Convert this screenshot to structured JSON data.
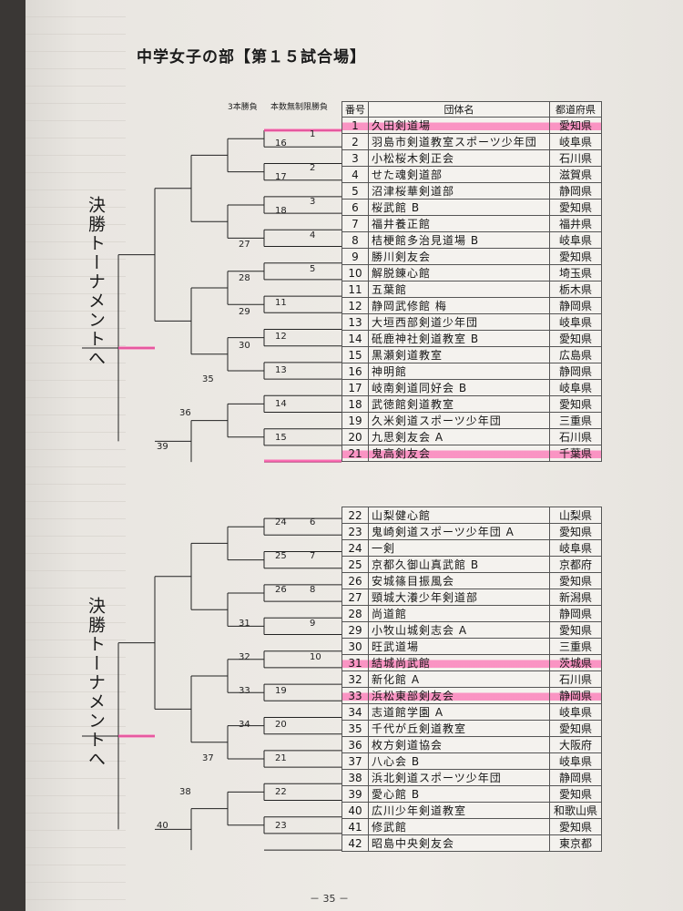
{
  "title": "中学女子の部【第１５試合場】",
  "header_labels": {
    "three_match": "3本勝負",
    "unlimited": "本数無制限勝負"
  },
  "side_label": "決勝トーナメントへ",
  "table_headers": {
    "number": "番号",
    "team": "団体名",
    "prefecture": "都道府県"
  },
  "teams_top": [
    {
      "no": "1",
      "name": "久田剣道場",
      "pref": "愛知県",
      "hl": true
    },
    {
      "no": "2",
      "name": "羽島市剣道教室スポーツ少年団",
      "pref": "岐阜県",
      "hl": false
    },
    {
      "no": "3",
      "name": "小松桜木剣正会",
      "pref": "石川県",
      "hl": false
    },
    {
      "no": "4",
      "name": "せた魂剣道部",
      "pref": "滋賀県",
      "hl": false
    },
    {
      "no": "5",
      "name": "沼津桜華剣道部",
      "pref": "静岡県",
      "hl": false
    },
    {
      "no": "6",
      "name": "桜武館 B",
      "pref": "愛知県",
      "hl": false
    },
    {
      "no": "7",
      "name": "福井養正館",
      "pref": "福井県",
      "hl": false
    },
    {
      "no": "8",
      "name": "桔梗館多治見道場 B",
      "pref": "岐阜県",
      "hl": false
    },
    {
      "no": "9",
      "name": "勝川剣友会",
      "pref": "愛知県",
      "hl": false
    },
    {
      "no": "10",
      "name": "解脱錬心館",
      "pref": "埼玉県",
      "hl": false
    },
    {
      "no": "11",
      "name": "五葉館",
      "pref": "栃木県",
      "hl": false
    },
    {
      "no": "12",
      "name": "静岡武修館 梅",
      "pref": "静岡県",
      "hl": false
    },
    {
      "no": "13",
      "name": "大垣西部剣道少年団",
      "pref": "岐阜県",
      "hl": false
    },
    {
      "no": "14",
      "name": "砥鹿神社剣道教室 B",
      "pref": "愛知県",
      "hl": false
    },
    {
      "no": "15",
      "name": "黒瀬剣道教室",
      "pref": "広島県",
      "hl": false
    },
    {
      "no": "16",
      "name": "神明館",
      "pref": "静岡県",
      "hl": false
    },
    {
      "no": "17",
      "name": "岐南剣道同好会 B",
      "pref": "岐阜県",
      "hl": false
    },
    {
      "no": "18",
      "name": "武徳館剣道教室",
      "pref": "愛知県",
      "hl": false
    },
    {
      "no": "19",
      "name": "久米剣道スポーツ少年団",
      "pref": "三重県",
      "hl": false
    },
    {
      "no": "20",
      "name": "九思剣友会 A",
      "pref": "石川県",
      "hl": false
    },
    {
      "no": "21",
      "name": "鬼高剣友会",
      "pref": "千葉県",
      "hl": true
    }
  ],
  "teams_bottom": [
    {
      "no": "22",
      "name": "山梨健心館",
      "pref": "山梨県",
      "hl": false
    },
    {
      "no": "23",
      "name": "鬼崎剣道スポーツ少年団 A",
      "pref": "愛知県",
      "hl": false
    },
    {
      "no": "24",
      "name": "一剣",
      "pref": "岐阜県",
      "hl": false
    },
    {
      "no": "25",
      "name": "京都久御山真武館 B",
      "pref": "京都府",
      "hl": false
    },
    {
      "no": "26",
      "name": "安城篠目振風会",
      "pref": "愛知県",
      "hl": false
    },
    {
      "no": "27",
      "name": "頸城大瀁少年剣道部",
      "pref": "新潟県",
      "hl": false
    },
    {
      "no": "28",
      "name": "尚道館",
      "pref": "静岡県",
      "hl": false
    },
    {
      "no": "29",
      "name": "小牧山城剣志会 A",
      "pref": "愛知県",
      "hl": false
    },
    {
      "no": "30",
      "name": "旺武道場",
      "pref": "三重県",
      "hl": false
    },
    {
      "no": "31",
      "name": "結城尚武館",
      "pref": "茨城県",
      "hl": true
    },
    {
      "no": "32",
      "name": "新化館 A",
      "pref": "石川県",
      "hl": false
    },
    {
      "no": "33",
      "name": "浜松東部剣友会",
      "pref": "静岡県",
      "hl": true
    },
    {
      "no": "34",
      "name": "志道館学園 A",
      "pref": "岐阜県",
      "hl": false
    },
    {
      "no": "35",
      "name": "千代が丘剣道教室",
      "pref": "愛知県",
      "hl": false
    },
    {
      "no": "36",
      "name": "枚方剣道協会",
      "pref": "大阪府",
      "hl": false
    },
    {
      "no": "37",
      "name": "八心会 B",
      "pref": "岐阜県",
      "hl": false
    },
    {
      "no": "38",
      "name": "浜北剣道スポーツ少年団",
      "pref": "静岡県",
      "hl": false
    },
    {
      "no": "39",
      "name": "愛心館 B",
      "pref": "愛知県",
      "hl": false
    },
    {
      "no": "40",
      "name": "広川少年剣道教室",
      "pref": "和歌山県",
      "hl": false
    },
    {
      "no": "41",
      "name": "修武館",
      "pref": "愛知県",
      "hl": false
    },
    {
      "no": "42",
      "name": "昭島中央剣友会",
      "pref": "東京都",
      "hl": false
    }
  ],
  "match_numbers_top": [
    "1",
    "2",
    "3",
    "4",
    "5",
    "11",
    "12",
    "13",
    "14",
    "15",
    "16",
    "17",
    "18",
    "27",
    "28",
    "29",
    "30",
    "35",
    "36",
    "39"
  ],
  "match_numbers_bottom": [
    "6",
    "7",
    "8",
    "9",
    "10",
    "19",
    "20",
    "21",
    "22",
    "23",
    "24",
    "25",
    "26",
    "31",
    "32",
    "33",
    "34",
    "37",
    "38",
    "40"
  ],
  "page_number": "－ 35 －",
  "colors": {
    "highlighter": "#ff4fa8",
    "ink": "#222222",
    "paper": "#eeebe6"
  }
}
